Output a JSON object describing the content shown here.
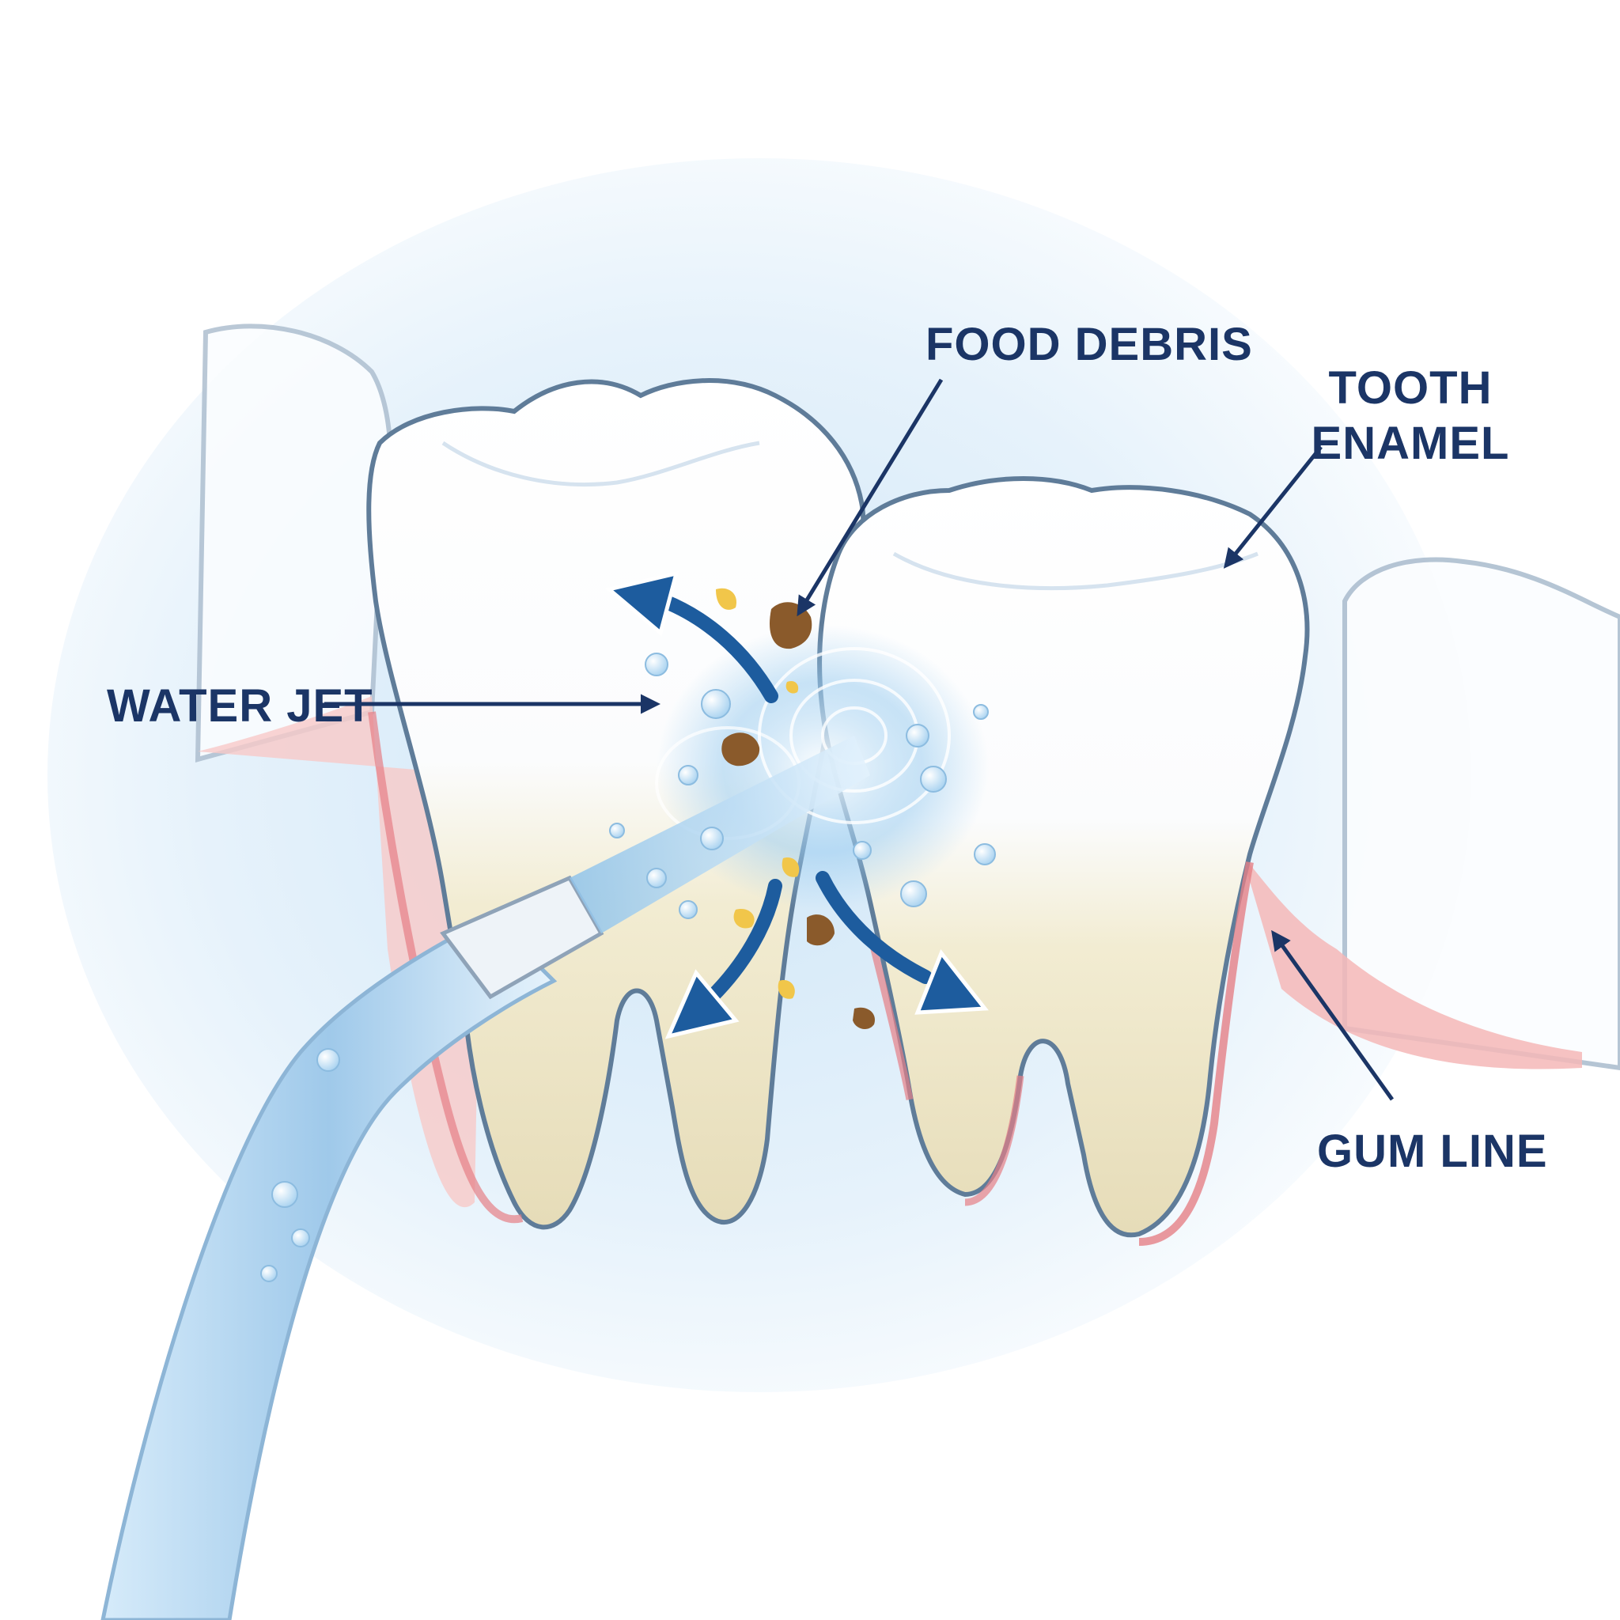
{
  "labels": {
    "food_debris": "FOOD DEBRIS",
    "tooth_enamel_line1": "TOOTH",
    "tooth_enamel_line2": "ENAMEL",
    "water_jet": "WATER JET",
    "gum_line": "GUM LINE"
  },
  "colors": {
    "label_text": "#1b3566",
    "arrow": "#1b3566",
    "flow_arrow": "#1d5c9e",
    "tooth_outline": "#5f7c99",
    "gum": "#f2a7a7",
    "gum_dark": "#e57f86",
    "enamel": "#ffffff",
    "root": "#ebe2c1",
    "water": "#a9d3f0",
    "background_glow": "#d6eaf8",
    "debris_brown": "#8a5a2b",
    "debris_yellow": "#f1c64a"
  },
  "icons": {
    "water_jet_tip": "irrigator-nozzle-icon",
    "debris": "food-particle-icon",
    "bubble": "bubble-icon",
    "flow": "curved-arrow-icon"
  }
}
